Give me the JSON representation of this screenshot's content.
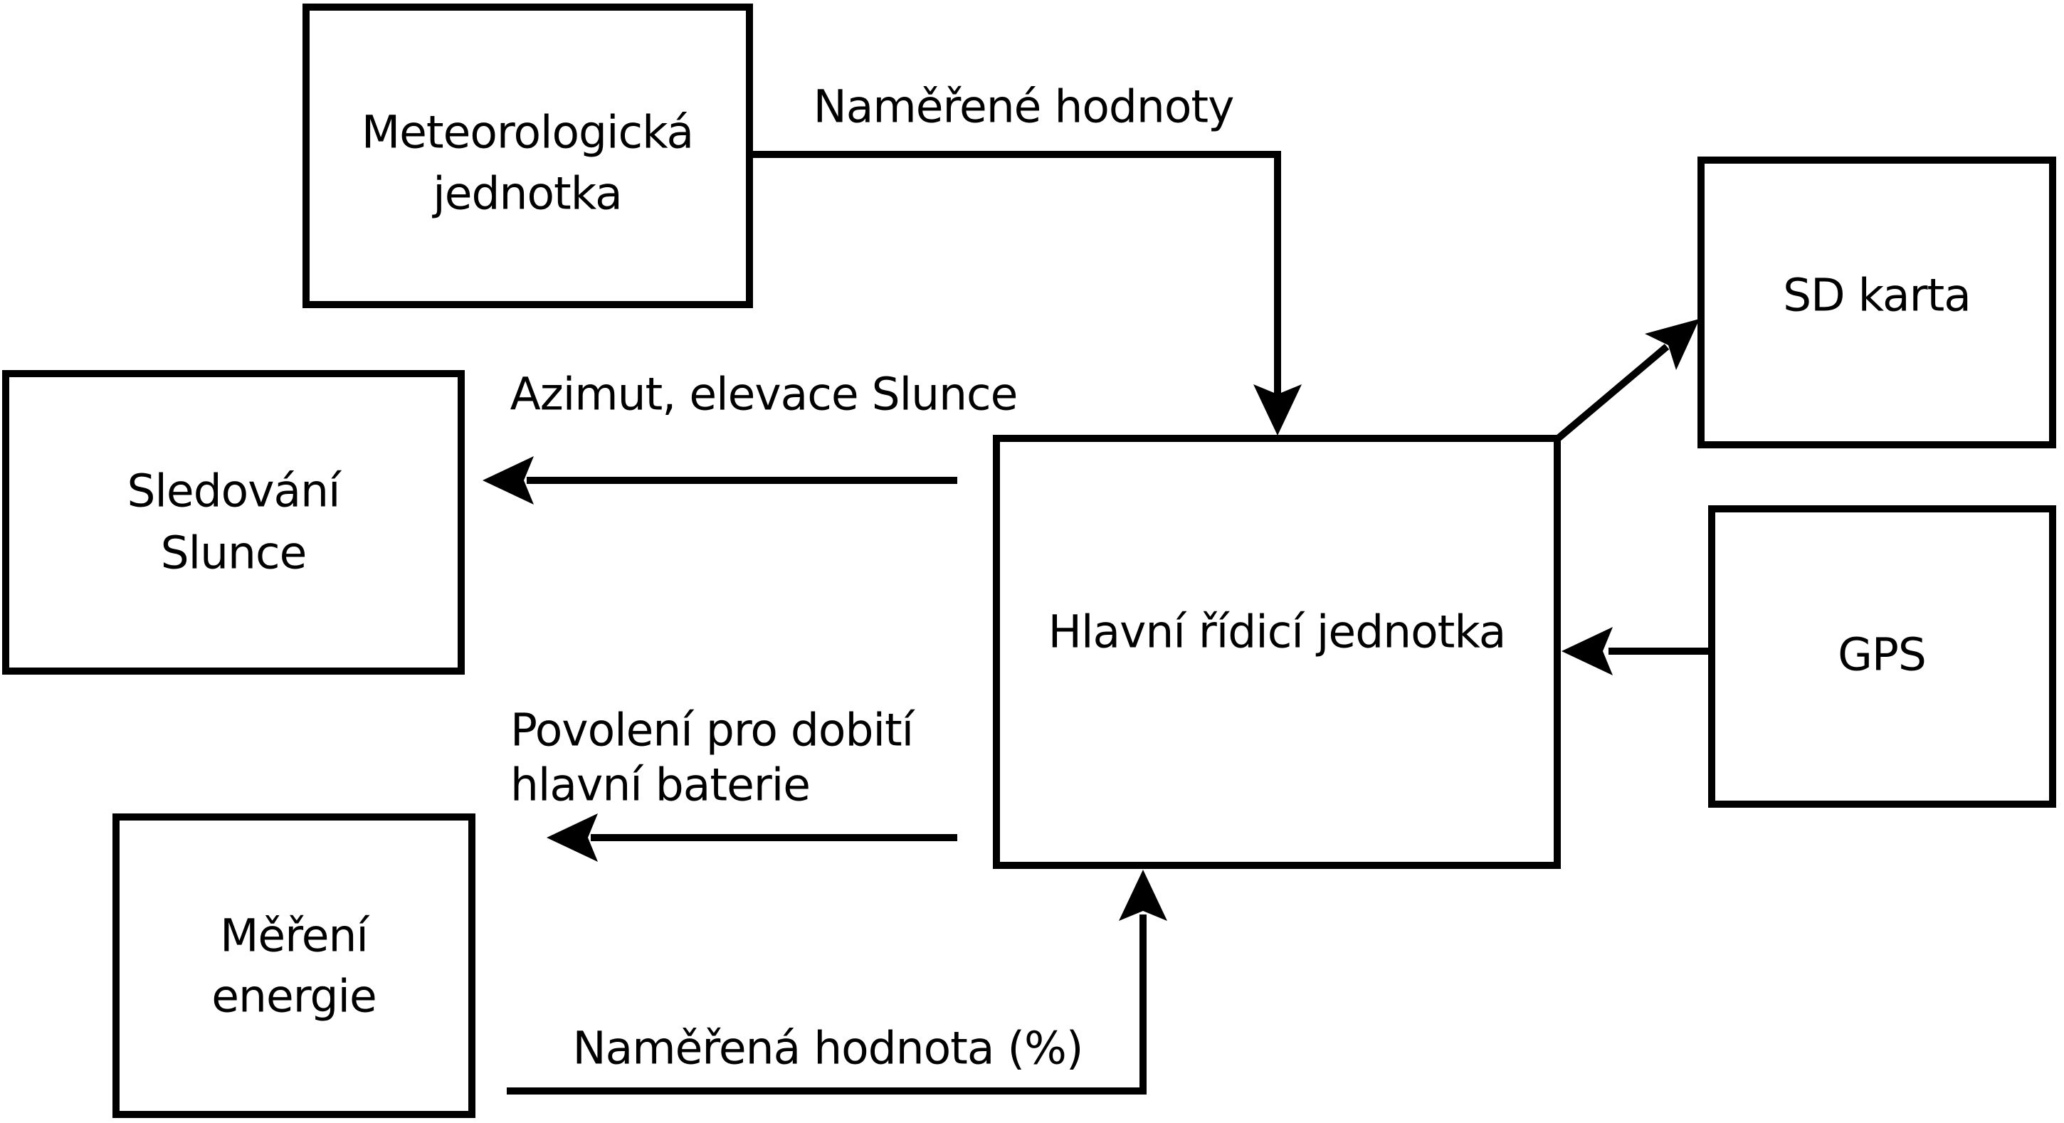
{
  "diagram": {
    "type": "block-diagram",
    "background_color": "#ffffff",
    "line_color": "#000000",
    "nodes": {
      "meteo_unit": {
        "label": "Meteorologická jednotka",
        "line1": "Meteorologická",
        "line2": "jednotka"
      },
      "sun_tracking": {
        "label": "Sledování Slunce",
        "line1": "Sledování",
        "line2": "Slunce"
      },
      "energy_measurement": {
        "label": "Měření energie",
        "line1": "Měření",
        "line2": "energie"
      },
      "main_control_unit": {
        "label": "Hlavní řídicí jednotka"
      },
      "sd_card": {
        "label": "SD karta"
      },
      "gps": {
        "label": "GPS"
      }
    },
    "edges": {
      "measured_values": {
        "label": "Naměřené hodnoty",
        "from": "meteo_unit",
        "to": "main_control_unit"
      },
      "azimuth_elevation": {
        "label": "Azimut, elevace Slunce",
        "from": "main_control_unit",
        "to": "sun_tracking"
      },
      "main_to_sd_card": {
        "label": "",
        "from": "main_control_unit",
        "to": "sd_card"
      },
      "gps_to_main": {
        "label": "",
        "from": "gps",
        "to": "main_control_unit"
      },
      "charge_permission": {
        "label_line1": "Povolení pro dobití",
        "label_line2": "hlavní baterie",
        "from": "main_control_unit"
      },
      "measured_percentage": {
        "label": "Naměřená hodnota (%)",
        "from": "energy_measurement",
        "to": "main_control_unit"
      }
    }
  }
}
